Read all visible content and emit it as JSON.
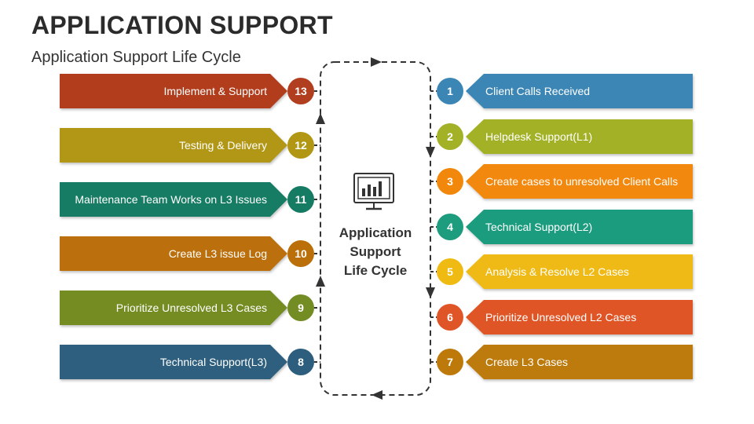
{
  "title": "APPLICATION SUPPORT",
  "subtitle": "Application Support Life Cycle",
  "center": {
    "icon": "monitor-chart-icon",
    "lines": [
      "Application",
      "Support",
      "Life Cycle"
    ]
  },
  "steps_right": [
    {
      "num": "1",
      "label": "Client Calls Received",
      "color": "#3b86b5"
    },
    {
      "num": "2",
      "label": "Helpdesk Support(L1)",
      "color": "#a2b125"
    },
    {
      "num": "3",
      "label": "Create cases to unresolved Client Calls",
      "color": "#f2880b"
    },
    {
      "num": "4",
      "label": "Technical Support(L2)",
      "color": "#1e9c7e"
    },
    {
      "num": "5",
      "label": "Analysis & Resolve L2 Cases",
      "color": "#efba12"
    },
    {
      "num": "6",
      "label": "Prioritize Unresolved L2 Cases",
      "color": "#e05527"
    },
    {
      "num": "7",
      "label": "Create L3 Cases",
      "color": "#bd7a0b"
    }
  ],
  "steps_left": [
    {
      "num": "13",
      "label": "Implement & Support",
      "color": "#b13e1f"
    },
    {
      "num": "12",
      "label": "Testing & Delivery",
      "color": "#b29715"
    },
    {
      "num": "11",
      "label": "Maintenance Team Works on L3 Issues",
      "color": "#157b63"
    },
    {
      "num": "10",
      "label": "Create L3 issue Log",
      "color": "#bb6f08"
    },
    {
      "num": "9",
      "label": "Prioritize Unresolved L3 Cases",
      "color": "#748c24"
    },
    {
      "num": "8",
      "label": "Technical Support(L3)",
      "color": "#2d5e7e"
    }
  ]
}
